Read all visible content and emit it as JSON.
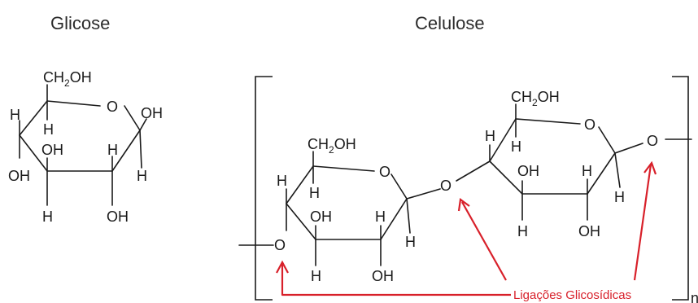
{
  "titles": {
    "glucose": "Glicose",
    "cellulose": "Celulose"
  },
  "labels": {
    "ch2oh_main": "CH",
    "ch2oh_sub": "2",
    "ch2oh_tail": "OH",
    "ring_oxygen": "O",
    "hydroxyl": "OH",
    "hydrogen": "H",
    "linking_oxygen": "O",
    "repeat_n": "n"
  },
  "callout": {
    "text": "Ligações Glicosídicas",
    "color": "#d8202a"
  }
}
